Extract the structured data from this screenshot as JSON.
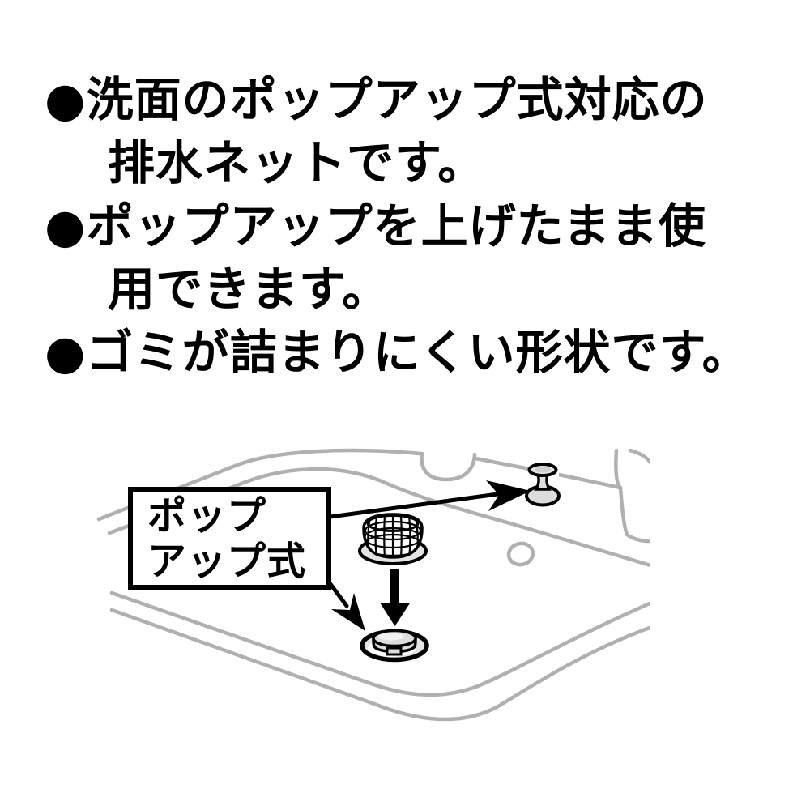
{
  "description": {
    "bullets": [
      {
        "lines": [
          "●洗面のポップアップ式対応の",
          "排水ネットです。"
        ]
      },
      {
        "lines": [
          "●ポップアップを上げたまま使",
          "用できます。"
        ]
      },
      {
        "lines": [
          "●ゴミが詰まりにくい形状です。"
        ]
      }
    ]
  },
  "diagram": {
    "callout_label": {
      "line1": "ポップ",
      "line2": "アップ式"
    },
    "colors": {
      "outline_gray": "#b0b0b0",
      "illustration_black": "#000000",
      "part_fill_gray": "#dcdcdc",
      "flange_fill_gray": "#e4e4e4",
      "background": "#ffffff"
    }
  }
}
